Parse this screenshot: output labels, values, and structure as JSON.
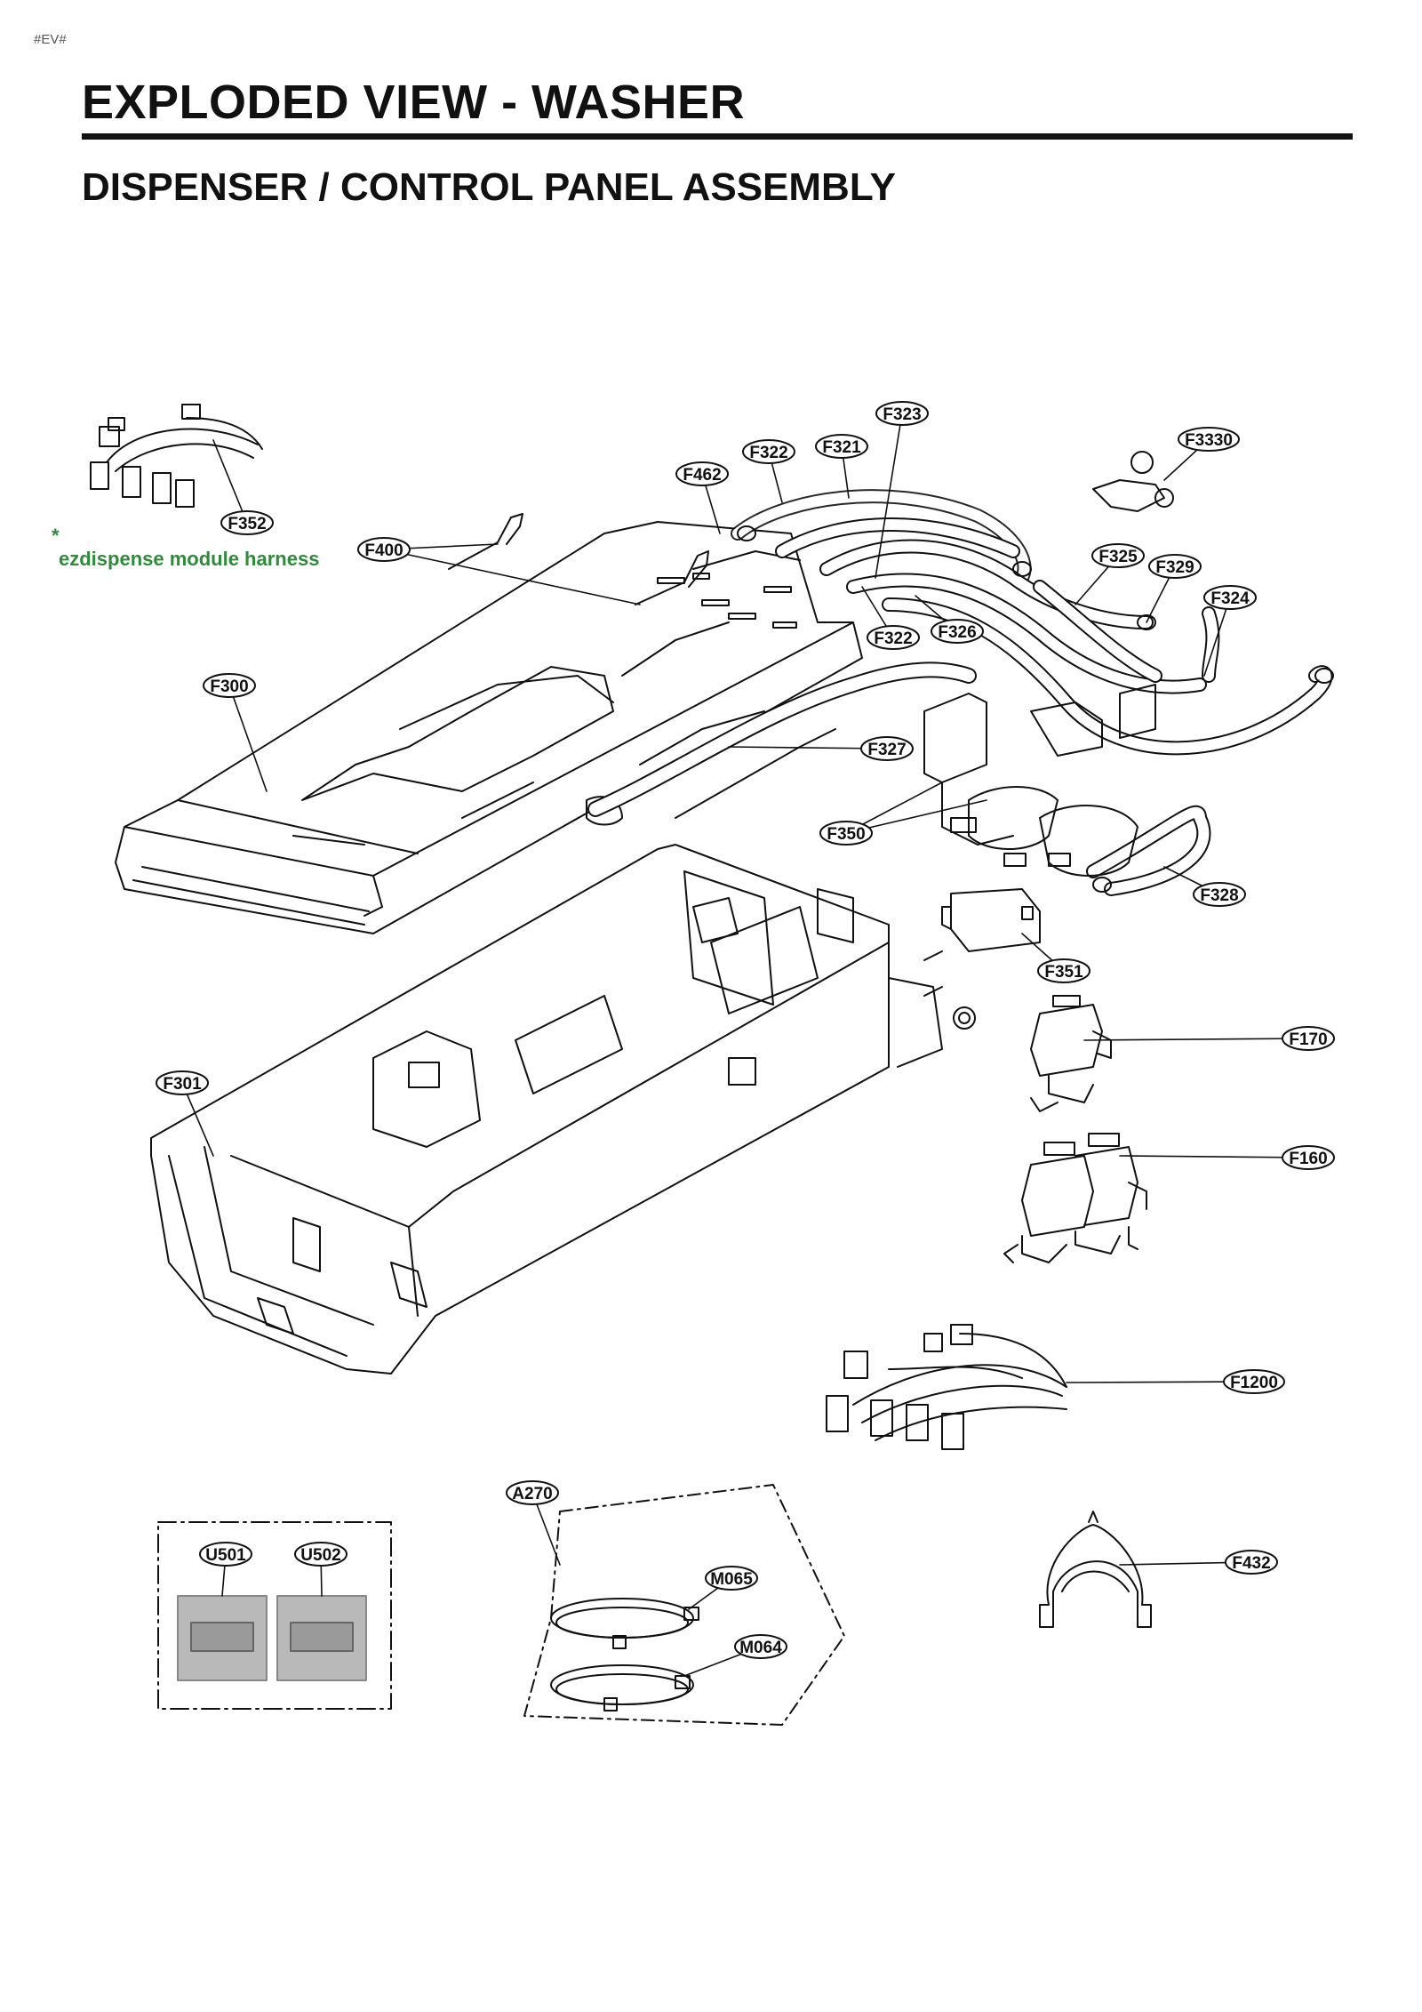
{
  "page_tag": "#EV#",
  "title": "EXPLODED VIEW - WASHER",
  "subtitle": "DISPENSER / CONTROL PANEL ASSEMBLY",
  "note": {
    "marker": "*",
    "text": "ezdispense module harness"
  },
  "colors": {
    "note": "#2f8a3c",
    "line": "#111111",
    "rule": "#111111"
  },
  "callouts": [
    {
      "id": "F323",
      "label": "F323"
    },
    {
      "id": "F322a",
      "label": "F322"
    },
    {
      "id": "F321",
      "label": "F321"
    },
    {
      "id": "F3330",
      "label": "F3330"
    },
    {
      "id": "F462",
      "label": "F462"
    },
    {
      "id": "F352",
      "label": "F352"
    },
    {
      "id": "F400",
      "label": "F400"
    },
    {
      "id": "F325",
      "label": "F325"
    },
    {
      "id": "F329",
      "label": "F329"
    },
    {
      "id": "F324",
      "label": "F324"
    },
    {
      "id": "F322b",
      "label": "F322"
    },
    {
      "id": "F326",
      "label": "F326"
    },
    {
      "id": "F300",
      "label": "F300"
    },
    {
      "id": "F327",
      "label": "F327"
    },
    {
      "id": "F350",
      "label": "F350"
    },
    {
      "id": "F328",
      "label": "F328"
    },
    {
      "id": "F351",
      "label": "F351"
    },
    {
      "id": "F170",
      "label": "F170"
    },
    {
      "id": "F301",
      "label": "F301"
    },
    {
      "id": "F160",
      "label": "F160"
    },
    {
      "id": "F1200",
      "label": "F1200"
    },
    {
      "id": "A270",
      "label": "A270"
    },
    {
      "id": "U501",
      "label": "U501"
    },
    {
      "id": "U502",
      "label": "U502"
    },
    {
      "id": "M065",
      "label": "M065"
    },
    {
      "id": "M064",
      "label": "M064"
    },
    {
      "id": "F432",
      "label": "F432"
    }
  ]
}
